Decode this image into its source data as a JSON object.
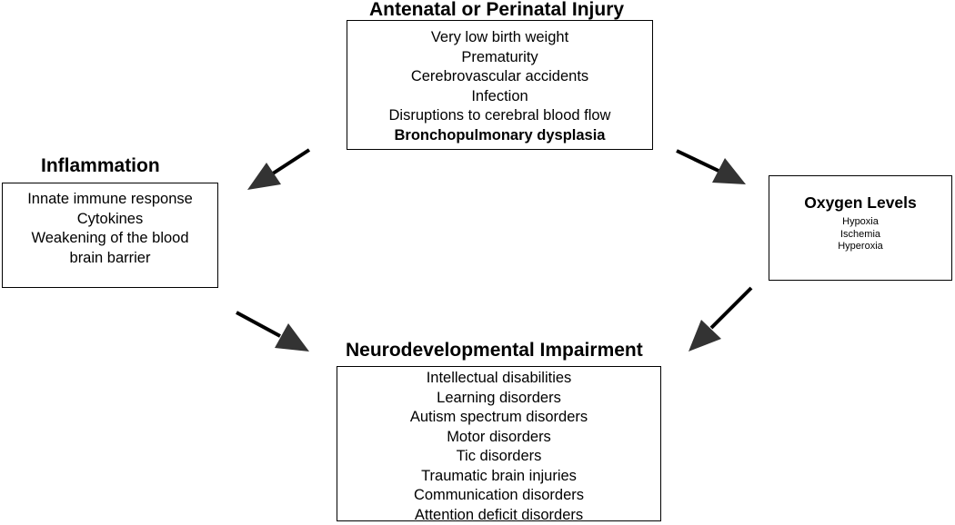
{
  "antenatal": {
    "title": "Antenatal or Perinatal Injury",
    "items": [
      "Very low birth weight",
      "Prematurity",
      "Cerebrovascular accidents",
      "Infection",
      "Disruptions to cerebral blood flow",
      "Bronchopulmonary dysplasia"
    ]
  },
  "inflammation": {
    "title": "Inflammation",
    "items": [
      "Innate immune response",
      "Cytokines",
      "Weakening of the blood",
      "brain barrier"
    ]
  },
  "oxygen": {
    "title": "Oxygen Levels",
    "items": [
      "Hypoxia",
      "Ischemia",
      "Hyperoxia"
    ]
  },
  "neuro": {
    "title": "Neurodevelopmental Impairment",
    "items": [
      "Intellectual disabilities",
      "Learning disorders",
      "Autism spectrum disorders",
      "Motor disorders",
      "Tic disorders",
      "Traumatic brain injuries",
      "Communication disorders",
      "Attention deficit disorders"
    ]
  },
  "colors": {
    "line": "#000000",
    "arrow": "#333333"
  }
}
